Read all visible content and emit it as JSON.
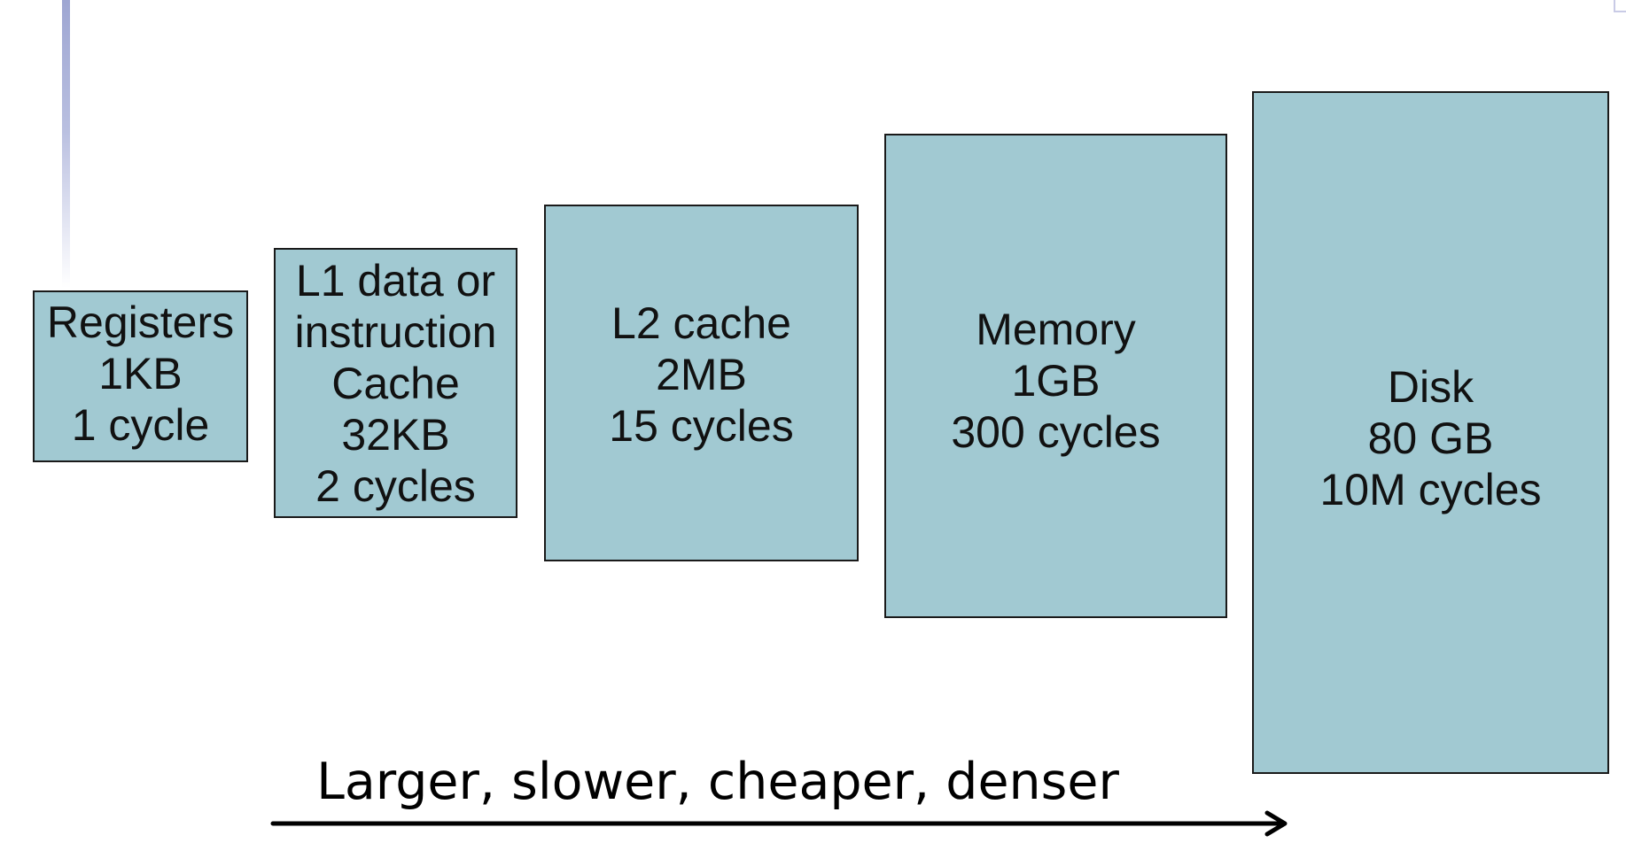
{
  "levels": [
    {
      "name": "Registers",
      "size": "1KB",
      "latency": "1 cycle"
    },
    {
      "name_line1": "L1 data or",
      "name_line2": "instruction",
      "name_line3": "Cache",
      "size": "32KB",
      "latency": "2 cycles"
    },
    {
      "name": "L2 cache",
      "size": "2MB",
      "latency": "15 cycles"
    },
    {
      "name": "Memory",
      "size": "1GB",
      "latency": "300 cycles"
    },
    {
      "name": "Disk",
      "size": "80 GB",
      "latency": "10M cycles"
    }
  ],
  "caption": "Larger, slower, cheaper, denser",
  "colors": {
    "box_fill": "#a1c9d2",
    "box_border": "#1a1a1a",
    "arrow": "#000000"
  }
}
